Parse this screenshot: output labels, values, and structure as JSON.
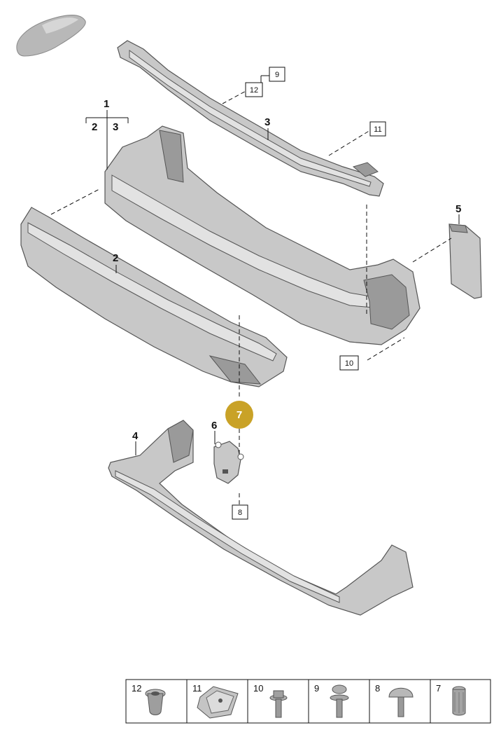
{
  "callouts": {
    "c1": "1",
    "c1_sub2": "2",
    "c1_sub3": "3",
    "c2": "2",
    "c3": "3",
    "c4": "4",
    "c5": "5",
    "c6": "6",
    "c7": "7"
  },
  "boxed": {
    "b9": "9",
    "b12": "12",
    "b11": "11",
    "b10": "10",
    "b8": "8"
  },
  "hardware_table": [
    {
      "number": "12",
      "icon": "cap-nut-icon"
    },
    {
      "number": "11",
      "icon": "clip-nut-icon"
    },
    {
      "number": "10",
      "icon": "flange-bolt-icon"
    },
    {
      "number": "9",
      "icon": "torx-bolt-icon"
    },
    {
      "number": "8",
      "icon": "mushroom-screw-icon"
    },
    {
      "number": "7",
      "icon": "rivet-nut-icon"
    }
  ],
  "colors": {
    "highlight": "#c9a227",
    "part": "#c8c8c8",
    "line": "#111111"
  }
}
